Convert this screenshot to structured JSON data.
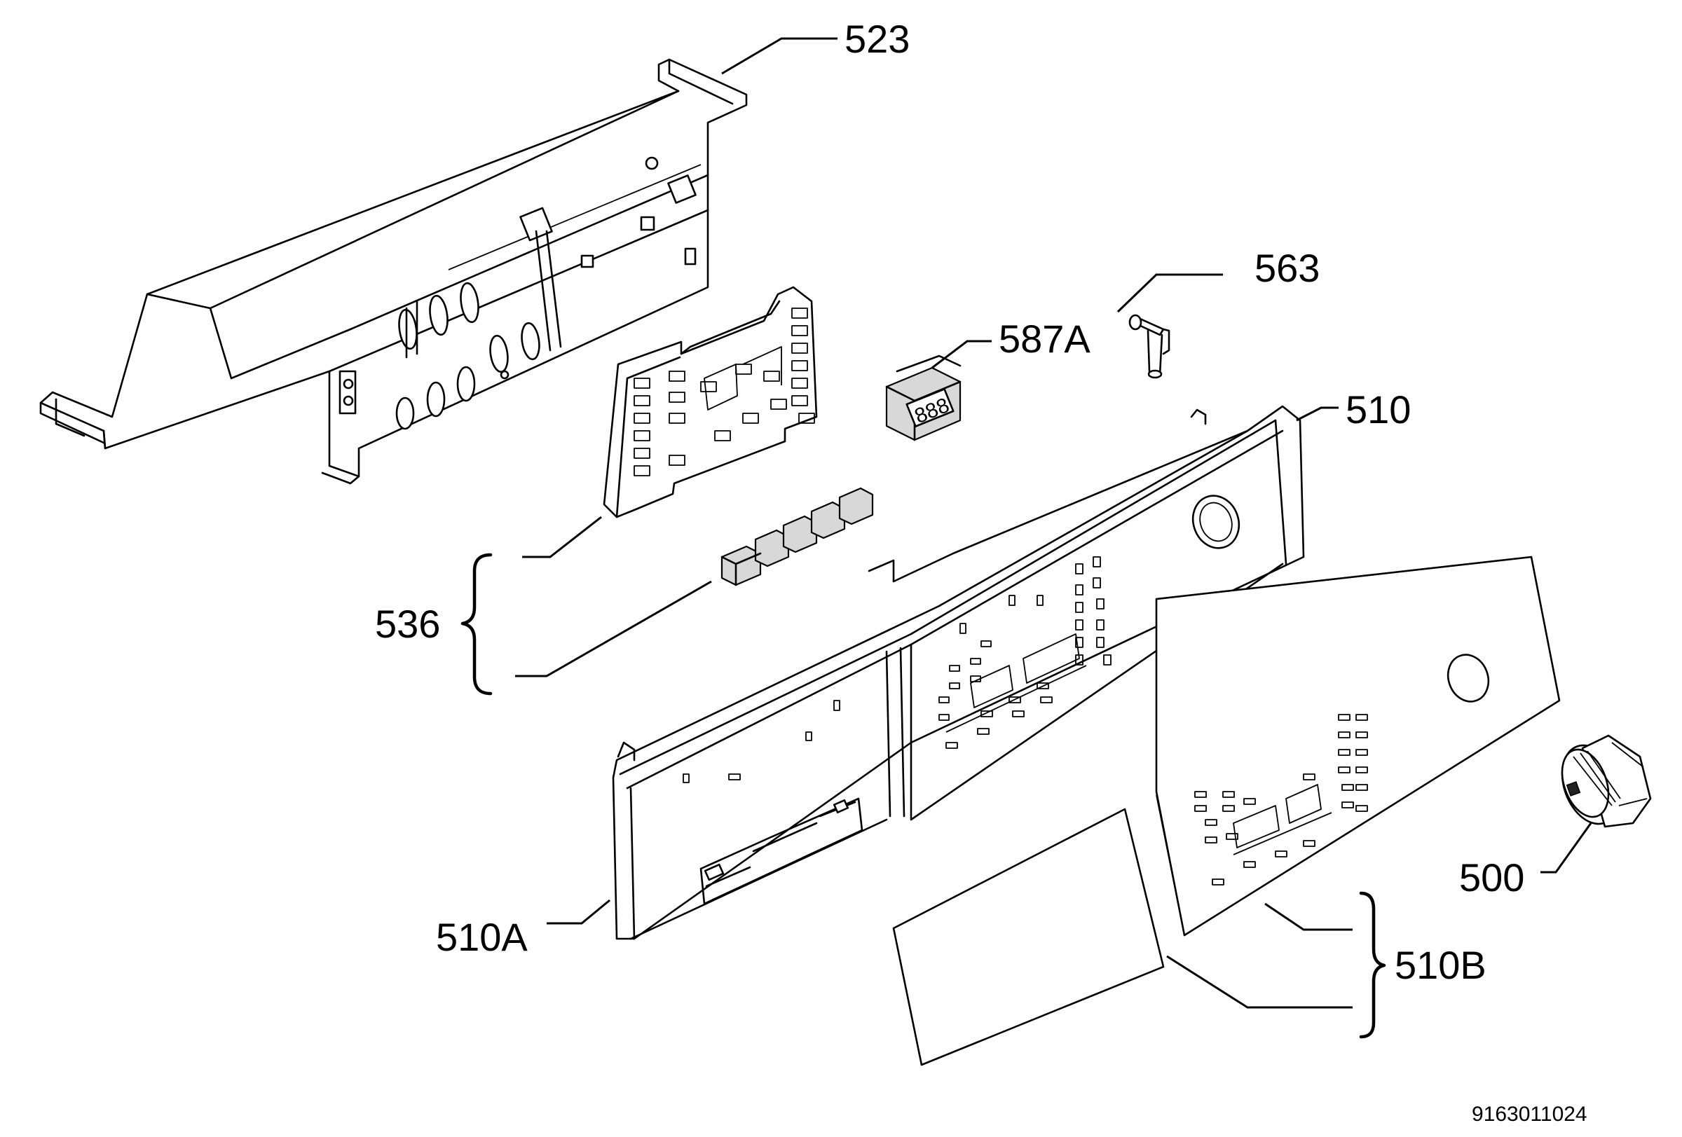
{
  "parts": [
    {
      "id": "p523",
      "label": "523"
    },
    {
      "id": "p563",
      "label": "563"
    },
    {
      "id": "p587a",
      "label": "587A"
    },
    {
      "id": "p510",
      "label": "510"
    },
    {
      "id": "p536",
      "label": "536"
    },
    {
      "id": "p510a",
      "label": "510A"
    },
    {
      "id": "p500",
      "label": "500"
    },
    {
      "id": "p510b",
      "label": "510B"
    }
  ],
  "document_code": "9163011024"
}
